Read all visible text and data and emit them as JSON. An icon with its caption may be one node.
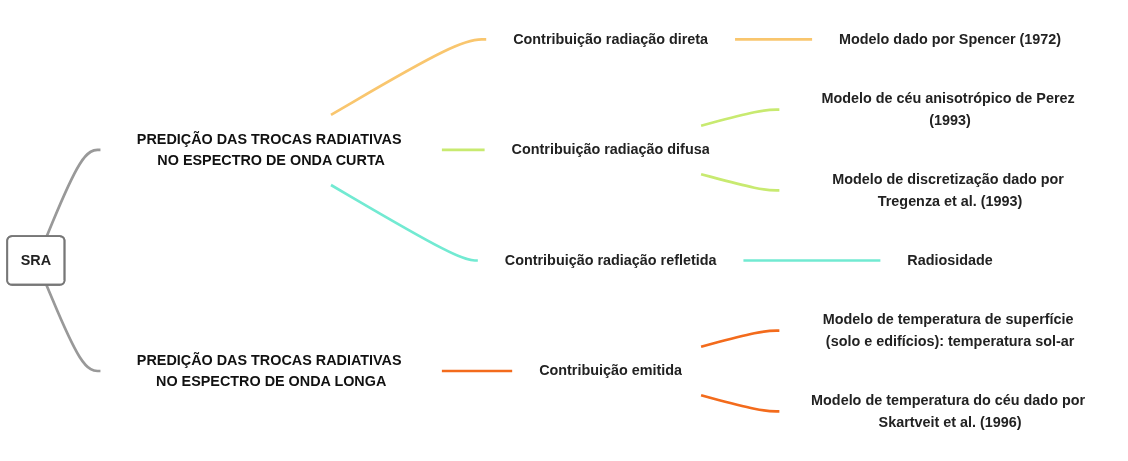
{
  "diagram": {
    "nodes": [
      {
        "text": [
          "SRA"
        ]
      },
      {
        "text": [
          "PREDIÇÃO DAS TROCAS RADIATIVAS NO ESPECTRO DE ONDA CURTA"
        ]
      },
      {
        "text": [
          "Contribuição radiação direta"
        ]
      },
      {
        "text": [
          "Modelo dado por Spencer (1972)"
        ]
      },
      {
        "text": [
          "Contribuição radiação difusa"
        ]
      },
      {
        "text": [
          "Modelo de céu anisotrópico de Perez (1993)"
        ]
      },
      {
        "text": [
          "Modelo de discretização dado por Tregenza et al. (1993)"
        ]
      },
      {
        "text": [
          "Contribuição radiação refletida"
        ]
      },
      {
        "text": [
          "Radiosidade"
        ]
      },
      {
        "text": [
          "PREDIÇÃO DAS TROCAS RADIATIVAS NO ESPECTRO DE ONDA LONGA"
        ]
      },
      {
        "text": [
          "Contribuição emitida"
        ]
      },
      {
        "text": [
          "Modelo de temperatura de superfície (solo e edifícios): temperatura sol-ar"
        ]
      },
      {
        "text": [
          "Modelo de temperatura do céu dado por Skartveit et al. (1996)"
        ]
      }
    ],
    "edges": [
      {
        "from": 0,
        "to": 1,
        "arrow": "none",
        "color": "#999999"
      },
      {
        "from": 1,
        "to": 2,
        "arrow": "none",
        "color": "#f9c66e"
      },
      {
        "from": 2,
        "to": 3,
        "arrow": "none",
        "color": "#f9c66e"
      },
      {
        "from": 1,
        "to": 4,
        "arrow": "none",
        "color": "#c8ea70"
      },
      {
        "from": 4,
        "to": 5,
        "arrow": "none",
        "color": "#c8ea70"
      },
      {
        "from": 4,
        "to": 6,
        "arrow": "none",
        "color": "#c8ea70"
      },
      {
        "from": 1,
        "to": 7,
        "arrow": "none",
        "color": "#72ead2"
      },
      {
        "from": 7,
        "to": 8,
        "arrow": "none",
        "color": "#72ead2"
      },
      {
        "from": 0,
        "to": 9,
        "arrow": "none",
        "color": "#999999"
      },
      {
        "from": 9,
        "to": 10,
        "arrow": "none",
        "color": "#f36b1c"
      },
      {
        "from": 10,
        "to": 11,
        "arrow": "none",
        "color": "#f36b1c"
      },
      {
        "from": 10,
        "to": 12,
        "arrow": "none",
        "color": "#f36b1c"
      }
    ]
  }
}
